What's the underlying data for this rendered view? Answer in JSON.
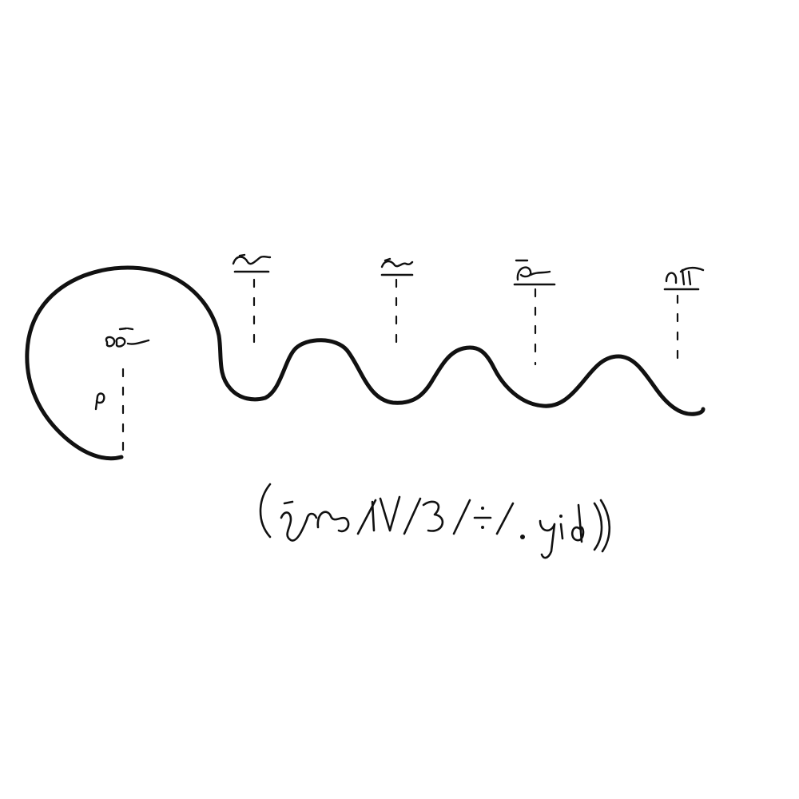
{
  "figure": {
    "caption_text": "",
    "ink_color": "#111111",
    "background_color": "#ffffff"
  },
  "marks": [
    {
      "id": "center-mark",
      "text": ""
    },
    {
      "id": "mark-1",
      "text": ""
    },
    {
      "id": "mark-2",
      "text": ""
    },
    {
      "id": "mark-3",
      "text": ""
    },
    {
      "id": "mark-4",
      "text": ""
    }
  ],
  "center": {
    "point_label": ""
  }
}
